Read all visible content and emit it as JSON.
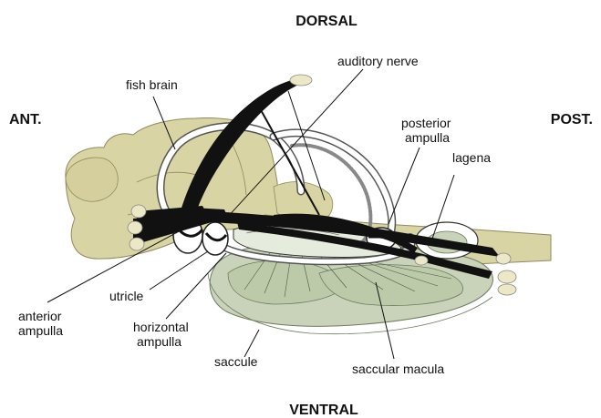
{
  "orientation": {
    "dorsal": "DORSAL",
    "ventral": "VENTRAL",
    "anterior": "ANT.",
    "posterior": "POST."
  },
  "labels": {
    "fish_brain": "fish brain",
    "auditory_nerve": "auditory nerve",
    "posterior_ampulla_line1": "posterior",
    "posterior_ampulla_line2": "ampulla",
    "lagena": "lagena",
    "anterior_ampulla_line1": "anterior",
    "anterior_ampulla_line2": "ampulla",
    "utricle": "utricle",
    "horizontal_ampulla_line1": "horizontal",
    "horizontal_ampulla_line2": "ampulla",
    "saccule": "saccule",
    "saccular_macula": "saccular macula"
  },
  "colors": {
    "brain": "#d9d4a4",
    "brain_outline": "#8f8a60",
    "saccule": "#c8d3b9",
    "saccule_outline": "#6f7a62",
    "nerve": "#111111",
    "canal": "#ffffff",
    "nerve_end": "#ece7c5"
  }
}
